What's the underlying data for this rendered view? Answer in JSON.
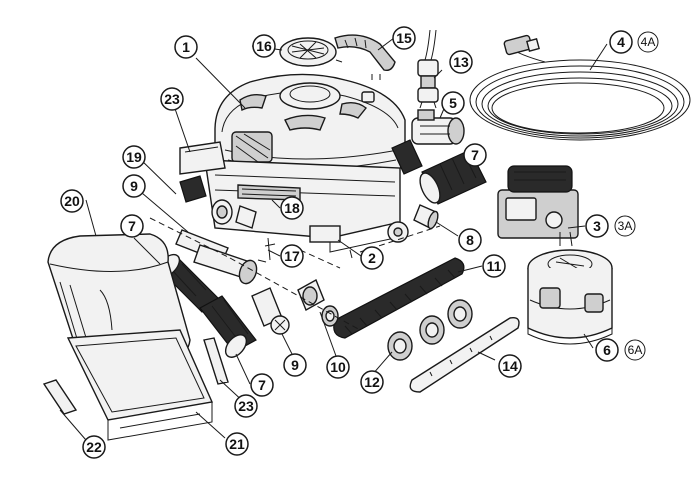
{
  "callouts": [
    {
      "id": "1",
      "alt": ""
    },
    {
      "id": "2",
      "alt": ""
    },
    {
      "id": "3",
      "alt": "3A"
    },
    {
      "id": "4",
      "alt": "4A"
    },
    {
      "id": "5",
      "alt": ""
    },
    {
      "id": "6",
      "alt": "6A"
    },
    {
      "id": "7a",
      "label": "7",
      "alt": ""
    },
    {
      "id": "7b",
      "label": "7",
      "alt": ""
    },
    {
      "id": "7c",
      "label": "7",
      "alt": ""
    },
    {
      "id": "8",
      "alt": ""
    },
    {
      "id": "9a",
      "label": "9",
      "alt": ""
    },
    {
      "id": "9b",
      "label": "9",
      "alt": ""
    },
    {
      "id": "10",
      "alt": ""
    },
    {
      "id": "11",
      "alt": ""
    },
    {
      "id": "12",
      "alt": ""
    },
    {
      "id": "13",
      "alt": ""
    },
    {
      "id": "14",
      "alt": ""
    },
    {
      "id": "15",
      "alt": ""
    },
    {
      "id": "16",
      "alt": ""
    },
    {
      "id": "17",
      "alt": ""
    },
    {
      "id": "18",
      "alt": ""
    },
    {
      "id": "19",
      "alt": ""
    },
    {
      "id": "20",
      "alt": ""
    },
    {
      "id": "21",
      "alt": ""
    },
    {
      "id": "22",
      "alt": ""
    },
    {
      "id": "23a",
      "label": "23",
      "alt": ""
    },
    {
      "id": "23b",
      "label": "23",
      "alt": ""
    }
  ],
  "labels": {
    "c1": "1",
    "c2": "2",
    "c3": "3",
    "c3a": "3A",
    "c4": "4",
    "c4a": "4A",
    "c5": "5",
    "c6": "6",
    "c6a": "6A",
    "c7a": "7",
    "c7b": "7",
    "c7c": "7",
    "c8": "8",
    "c9a": "9",
    "c9b": "9",
    "c10": "10",
    "c11": "11",
    "c12": "12",
    "c13": "13",
    "c14": "14",
    "c15": "15",
    "c16": "16",
    "c17": "17",
    "c18": "18",
    "c19": "19",
    "c20": "20",
    "c21": "21",
    "c22": "22",
    "c23a": "23",
    "c23b": "23"
  },
  "colors": {
    "line": "#1a1a1a",
    "fill_light": "#f2f2f2",
    "fill_mid": "#cfcfcf",
    "fill_dark": "#2a2a2a"
  }
}
